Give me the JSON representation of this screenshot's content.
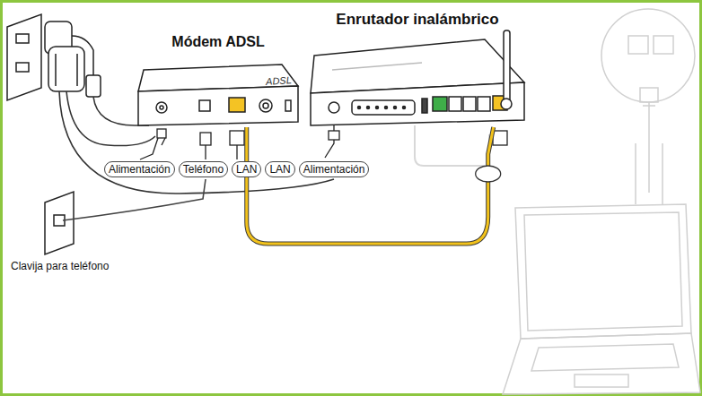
{
  "diagram": {
    "nodes": [
      {
        "text": [
          "Módem ADSL"
        ]
      },
      {
        "text": [
          "Enrutador inalámbrico"
        ]
      },
      {
        "text": [
          "Alimentación"
        ]
      },
      {
        "text": [
          "Teléfono"
        ]
      },
      {
        "text": [
          "LAN"
        ]
      },
      {
        "text": [
          "LAN"
        ]
      },
      {
        "text": [
          "Alimentación"
        ]
      }
    ],
    "edges": [
      {
        "from": 0,
        "to": 1,
        "arrow": "none"
      }
    ],
    "labels": [
      "ADSL",
      "Clavija para teléfono"
    ]
  }
}
